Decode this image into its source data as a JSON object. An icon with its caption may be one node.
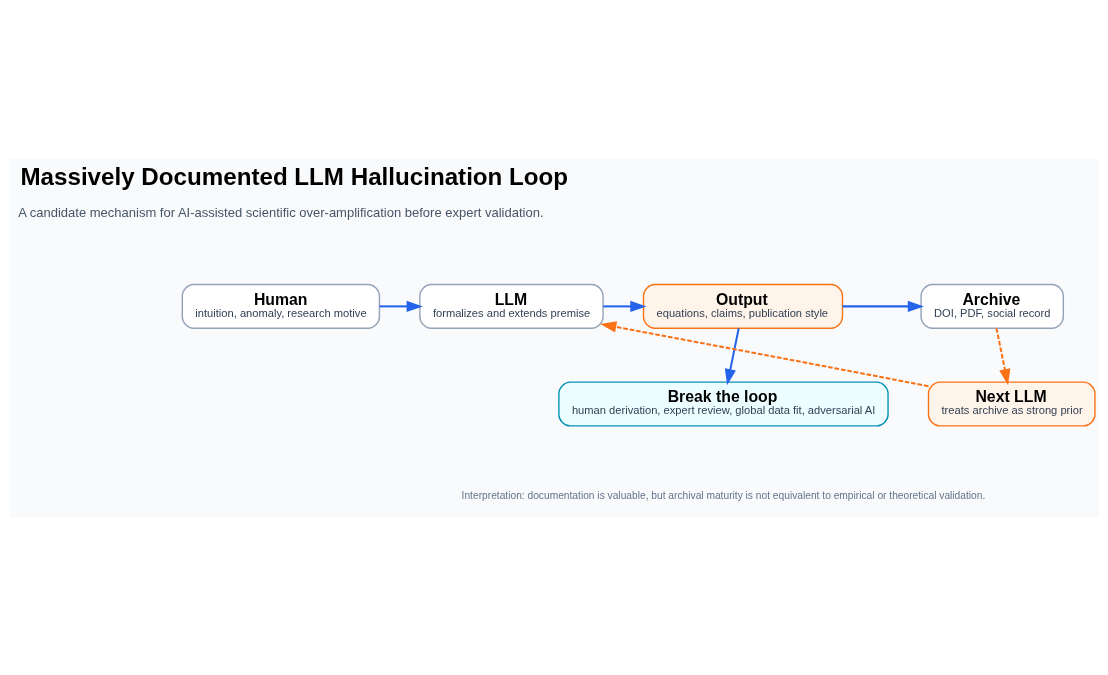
{
  "diagram": {
    "title": "Massively Documented LLM Hallucination Loop",
    "nodes": [
      {
        "text": [
          "Human",
          "intuition, anomaly, research motive"
        ]
      },
      {
        "text": [
          "LLM",
          "formalizes and extends premise"
        ]
      },
      {
        "text": [
          "Output",
          "equations, claims, publication style"
        ]
      },
      {
        "text": [
          "Archive",
          "DOI, PDF, social record"
        ]
      },
      {
        "text": [
          "Next LLM",
          "treats archive as strong prior"
        ]
      },
      {
        "text": [
          "Break the loop",
          "human derivation, expert review, global data fit, adversarial AI"
        ]
      }
    ],
    "edges": [
      {
        "from": 0,
        "to": 1,
        "arrow": "to"
      },
      {
        "from": 1,
        "to": 2,
        "arrow": "to"
      },
      {
        "from": 2,
        "to": 3,
        "arrow": "to"
      },
      {
        "from": 2,
        "to": 5,
        "arrow": "to"
      },
      {
        "from": 3,
        "to": 4,
        "arrow": "to",
        "style": "dashed",
        "color": "#f97316"
      },
      {
        "from": 4,
        "to": 1,
        "arrow": "to",
        "style": "dashed",
        "color": "#f97316"
      }
    ],
    "labels": [
      "A candidate mechanism for AI-assisted scientific over-amplification before expert validation.",
      "Interpretation: documentation is valuable, but archival maturity is not equivalent to empirical or theoretical validation."
    ]
  }
}
